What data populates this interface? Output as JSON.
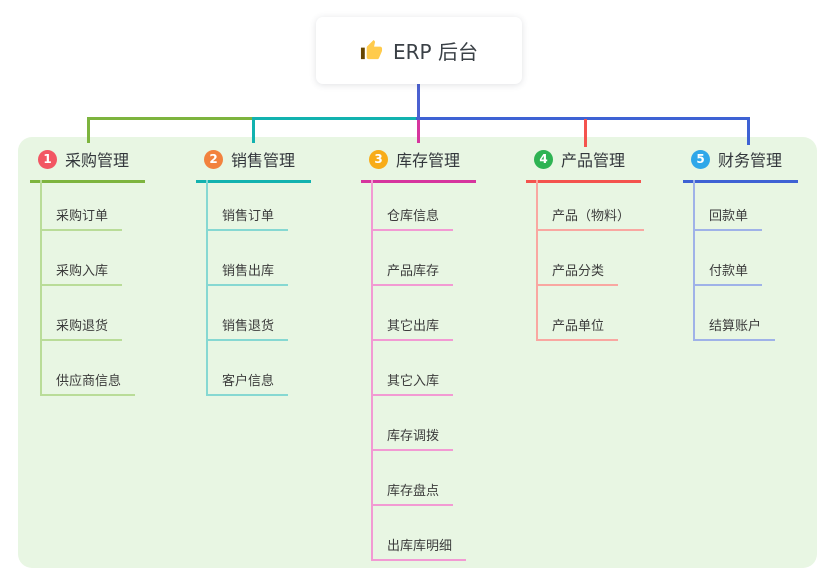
{
  "root": {
    "title": "ERP 后台",
    "icon": "thumbs-up-icon"
  },
  "colors": {
    "canvas": "#ffffff",
    "panel_background": "#e8f6e3",
    "root_connector": "#4b61d1"
  },
  "branches": [
    {
      "num": "1",
      "title": "采购管理",
      "badge_color": "#f25663",
      "line_color": "#7db43e",
      "line_light": "#b9dc98",
      "children": [
        "采购订单",
        "采购入库",
        "采购退货",
        "供应商信息"
      ]
    },
    {
      "num": "2",
      "title": "销售管理",
      "badge_color": "#f2823e",
      "line_color": "#12b2af",
      "line_light": "#86d8d2",
      "children": [
        "销售订单",
        "销售出库",
        "销售退货",
        "客户信息"
      ]
    },
    {
      "num": "3",
      "title": "库存管理",
      "badge_color": "#f8ac18",
      "line_color": "#d6359e",
      "line_light": "#f29ad3",
      "children": [
        "仓库信息",
        "产品库存",
        "其它出库",
        "其它入库",
        "库存调拨",
        "库存盘点",
        "出库库明细"
      ]
    },
    {
      "num": "4",
      "title": "产品管理",
      "badge_color": "#2eb353",
      "line_color": "#f4534e",
      "line_light": "#f9a7a1",
      "children": [
        "产品（物料）",
        "产品分类",
        "产品单位"
      ]
    },
    {
      "num": "5",
      "title": "财务管理",
      "badge_color": "#2fa7e9",
      "line_color": "#3e62d4",
      "line_light": "#9fb2e8",
      "children": [
        "回款单",
        "付款单",
        "结算账户"
      ]
    }
  ]
}
